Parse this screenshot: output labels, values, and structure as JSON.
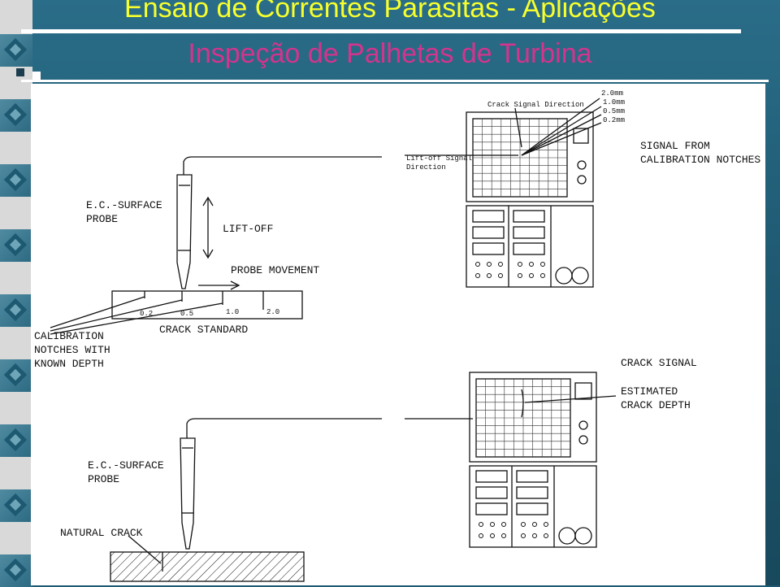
{
  "slide": {
    "title": "Ensaio de Correntes Parasitas - Aplicações",
    "subtitle": "Inspeção de Palhetas de Turbina",
    "title_color": "#f7ff2d",
    "subtitle_color": "#d3348d",
    "background_color": "#1e5a73"
  },
  "figure": {
    "top_left": {
      "probe_label_1": "E.C.-SURFACE",
      "probe_label_2": "PROBE",
      "liftoff_label": "LIFT-OFF",
      "movement_label": "PROBE MOVEMENT",
      "depths": [
        "0.2",
        "0.5",
        "1.0",
        "2.0"
      ],
      "standard_label": "CRACK STANDARD",
      "notches_label_1": "CALIBRATION",
      "notches_label_2": "NOTCHES WITH",
      "notches_label_3": "KNOWN DEPTH"
    },
    "top_right": {
      "crack_signal_direction": "Crack Signal Direction",
      "liftoff_direction_1": "Lift-off Signal",
      "liftoff_direction_2": "Direction",
      "depth_values": [
        "2.0mm",
        "1.0mm",
        "0.5mm",
        "0.2mm"
      ],
      "signal_label_1": "SIGNAL FROM",
      "signal_label_2": "CALIBRATION NOTCHES"
    },
    "bottom_left": {
      "probe_label_1": "E.C.-SURFACE",
      "probe_label_2": "PROBE",
      "crack_label": "NATURAL CRACK"
    },
    "bottom_right": {
      "crack_signal_label": "CRACK SIGNAL",
      "estimated_label_1": "ESTIMATED",
      "estimated_label_2": "CRACK DEPTH"
    }
  }
}
